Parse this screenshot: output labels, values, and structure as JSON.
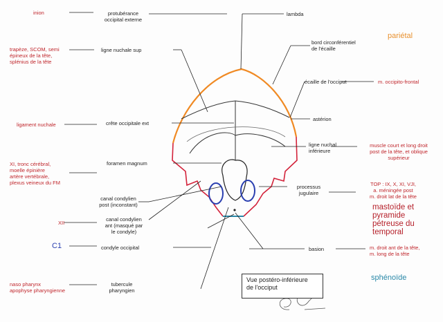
{
  "left_notes": {
    "inion": "inion",
    "trapeze": [
      "trapèze, SCOM, semi",
      "épineux de la tête,",
      "splénius de la tête"
    ],
    "ligament": "ligament nuchale",
    "tronc": [
      "XI, tronc cérébral,",
      "moelle épinière",
      "artère vertébrale,",
      "plexus veineux du  FM"
    ],
    "xii": "XII",
    "c1": "C1",
    "naso": [
      "naso pharynx",
      "apophyse pharyngienne"
    ]
  },
  "left_labels": {
    "protuberance": [
      "protubérance",
      "occipital externe"
    ],
    "ligne_sup": "ligne nuchale sup",
    "crete": "crête occipitale ext",
    "foramen": "foramen magnum",
    "canal_post": [
      "canal condylien",
      "post (inconstant)"
    ],
    "canal_ant": [
      "canal condylien",
      "ant (masqué par",
      "le condyle)"
    ],
    "condyle": "condyle occipital",
    "tubercule": [
      "tubercule",
      "pharyngien"
    ]
  },
  "right_labels": {
    "lambda": "lambda",
    "bord": [
      "bord circonférentiel",
      "de l'écaille"
    ],
    "ecaille": "écaille de l'occiput",
    "asterion": "astérion",
    "ligne_inf": [
      "ligne nuchal",
      "inférieure"
    ],
    "processus": [
      "processus",
      "jugulaire"
    ],
    "basion": "basion"
  },
  "right_notes": {
    "parietal": "pariétal",
    "occipito": "m. occipito-frontal",
    "muscle": [
      "muscle court et long droit",
      "post de la tête, et oblique",
      "supérieur"
    ],
    "top": [
      "TOP : IX, X, XI, VJI,",
      "a. méningée post",
      "m. droit lat de la tête"
    ],
    "mastoide": [
      "mastoïde et",
      "pyramide",
      "pétreuse du",
      "temporal"
    ],
    "droit": [
      "m. droit ant de la tête,",
      "m. long de la tête"
    ],
    "sphenoide": "sphénoïde"
  },
  "caption": [
    "Vue postéro-inférieure",
    "de l'occiput"
  ],
  "colors": {
    "label_red": "#c0262c",
    "parietal_orange": "#e8912f",
    "bone_red": "#d3223a",
    "sphenoid_teal": "#2a88a8",
    "condyle_blue": "#2a3fb0"
  }
}
